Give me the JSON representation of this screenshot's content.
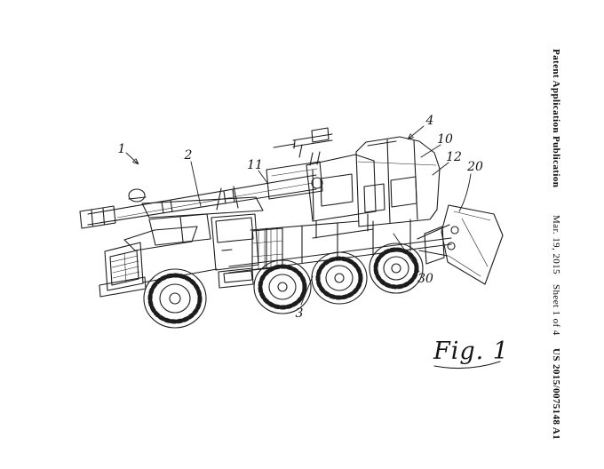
{
  "page_header": {
    "publication": "Patent Application Publication",
    "date": "Mar. 19, 2015",
    "sheet": "Sheet 1 of 4",
    "patent_number": "US 2015/0075148 A1"
  },
  "figure": {
    "label": "Fig. 1",
    "reference_numerals": {
      "n1": "1",
      "n2": "2",
      "n3": "3",
      "n4": "4",
      "n10": "10",
      "n11": "11",
      "n12": "12",
      "n20": "20",
      "n30": "30"
    }
  }
}
